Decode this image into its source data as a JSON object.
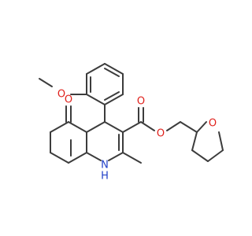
{
  "molecule": {
    "atoms": {
      "methoxy_o": "O",
      "ketone_o": "O",
      "ester_o_single": "O",
      "ester_o_double": "O",
      "ring_o": "O",
      "nh": "N",
      "nh_h": "H"
    },
    "colors": {
      "bond": "#3c3c3c",
      "oxygen": "#e0201b",
      "nitrogen": "#2040c8"
    }
  }
}
